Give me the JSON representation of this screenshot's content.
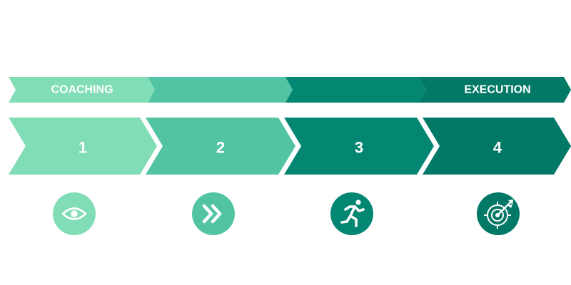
{
  "colors": {
    "step1": "#80DDB5",
    "step2": "#52C4A4",
    "step3": "#038773",
    "step4": "#027866",
    "icon_glyph": "#ffffff"
  },
  "band": {
    "start_label": "COACHING",
    "end_label": "EXECUTION"
  },
  "steps": [
    {
      "number": "1",
      "icon": "eye-icon"
    },
    {
      "number": "2",
      "icon": "double-chevron-right-icon"
    },
    {
      "number": "3",
      "icon": "running-person-icon"
    },
    {
      "number": "4",
      "icon": "target-arrow-icon"
    }
  ]
}
